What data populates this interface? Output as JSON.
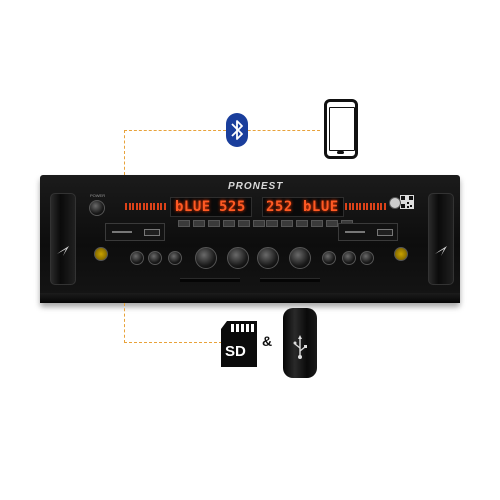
{
  "brand": "PRONEST",
  "power_label": "POWER",
  "displays": {
    "left_a": "bLUE",
    "left_b": "525",
    "right_a": "252",
    "right_b": "bLUE"
  },
  "sd_label": "SD",
  "ampersand": "&",
  "colors": {
    "dash_line": "#e8a23a",
    "bluetooth_badge": "#1a3e9c",
    "display_segment": "#ff5a24"
  },
  "icons": {
    "bluetooth": "bluetooth-icon",
    "phone": "smartphone-icon",
    "sd_card": "sd-card-icon",
    "usb_drive": "usb-drive-icon",
    "usb_symbol": "usb-symbol-icon"
  }
}
